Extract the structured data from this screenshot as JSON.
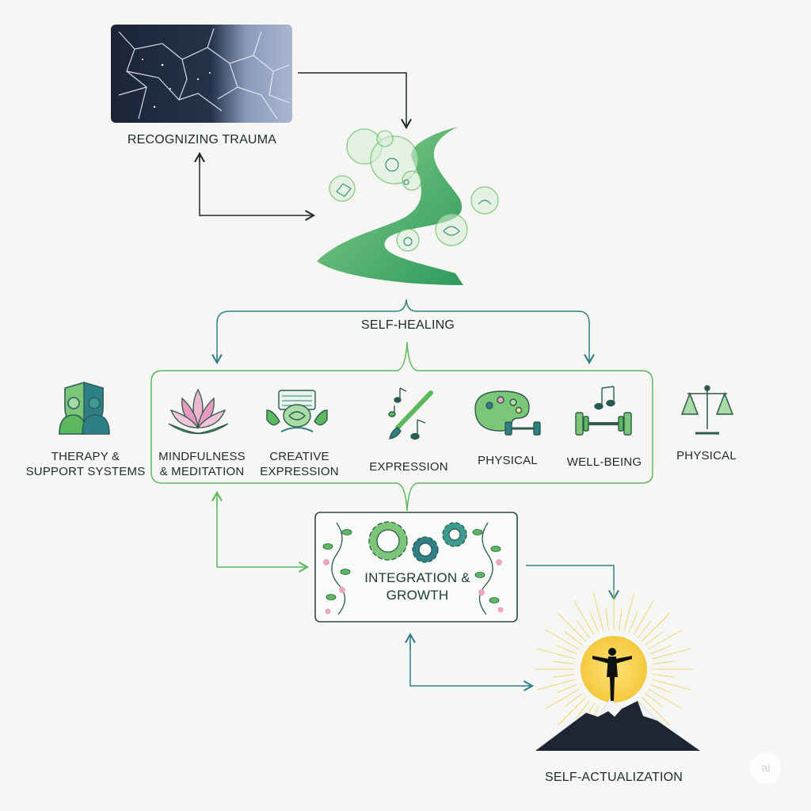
{
  "nodes": {
    "recognizing_trauma": "Recognizing Trauma",
    "self_healing": "Self-Healing",
    "therapy": "Therapy & Support Systems",
    "mindfulness": "Mindfulness & Meditation",
    "creative": "Creative Expression",
    "expression": "Expression",
    "physical_a": "Physical",
    "well_being": "Well-being",
    "physical_b": "Physical",
    "integration": "Integration & Growth",
    "self_actualization": "Self-actualization"
  },
  "icons": {
    "trauma": "cracked-dark-stone-icon",
    "healing": "winding-green-path-icon",
    "therapy": "shield-people-icon",
    "mindfulness": "lotus-icon",
    "creative": "brain-hands-icon",
    "expression": "paintbrush-music-icon",
    "physical_a": "palette-dumbbell-icon",
    "well_being": "dumbbell-music-icon",
    "physical_b": "balance-scale-icon",
    "integration": "gears-vines-icon",
    "actualization": "person-mountain-sun-icon"
  },
  "colors": {
    "green": "#5cb85c",
    "teal": "#2f7f86",
    "dark": "#1f2a2a",
    "pink": "#e9a5c2",
    "sun": "#f6cf45"
  },
  "watermark": "ai"
}
